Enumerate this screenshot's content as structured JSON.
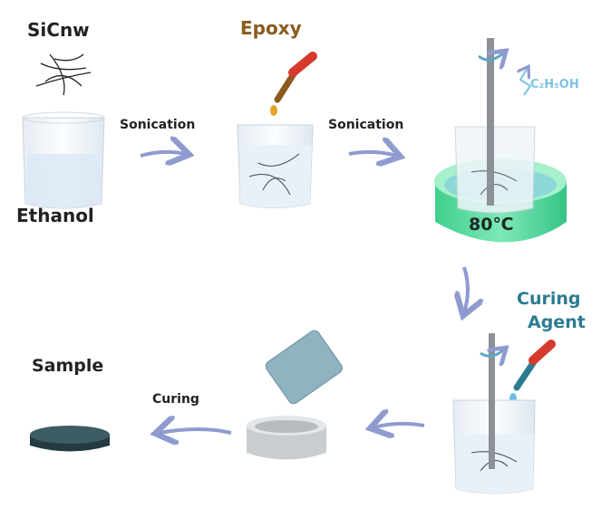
{
  "labels": {
    "sicnw": "SiCnw",
    "ethanol": "Ethanol",
    "sonication1": "Sonication",
    "epoxy": "Epoxy",
    "sonication2": "Sonication",
    "ethanol_vapor": "C₂H₅OH",
    "temperature": "80℃",
    "curing_agent_line1": "Curing",
    "curing_agent_line2": "Agent",
    "curing": "Curing",
    "sample": "Sample"
  },
  "colors": {
    "arrow": "#8f9bd0",
    "epoxy_text": "#8a5a1e",
    "curing_agent_text": "#2b7c91",
    "vapor_text": "#7cc4e4",
    "bath": "#4fd79a",
    "sample": "#2f4a52"
  }
}
